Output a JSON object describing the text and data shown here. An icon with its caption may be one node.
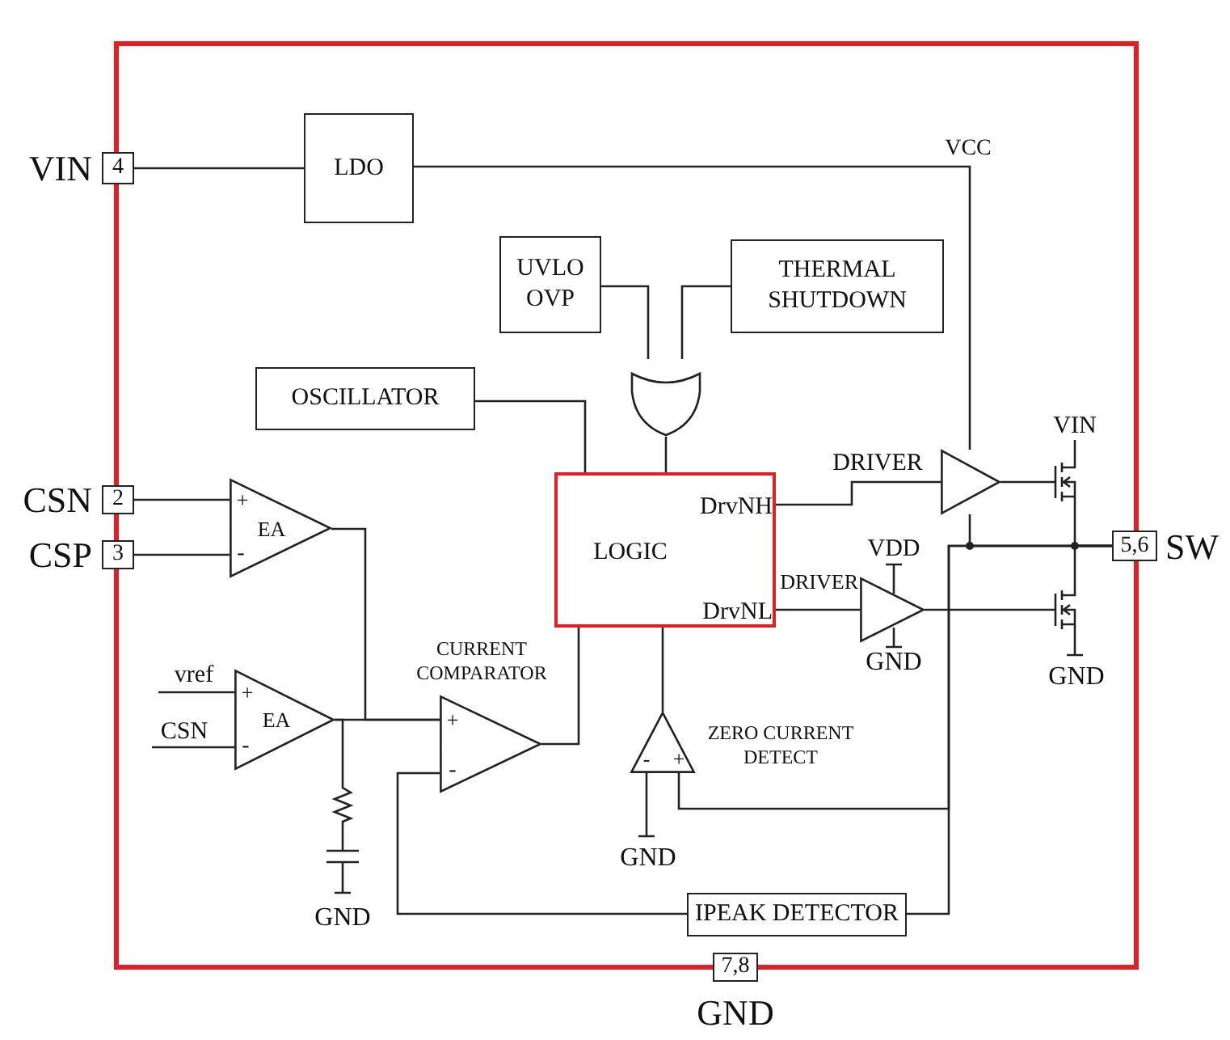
{
  "diagram": {
    "nodes": [
      {
        "text": [
          "4"
        ],
        "beside": [
          "VIN"
        ]
      },
      {
        "text": [
          "2"
        ],
        "beside": [
          "CSN"
        ]
      },
      {
        "text": [
          "3"
        ],
        "beside": [
          "CSP"
        ]
      },
      {
        "text": [
          "5,6"
        ],
        "beside": [
          "SW"
        ]
      },
      {
        "text": [
          "7,8"
        ],
        "beside": [
          "GND"
        ]
      },
      {
        "text": [
          "LDO"
        ]
      },
      {
        "text": [
          "UVLO OVP"
        ]
      },
      {
        "text": [
          "THERMAL SHUTDOWN"
        ]
      },
      {
        "text": [],
        "shape": "gate"
      },
      {
        "text": [
          "OSCILLATOR"
        ]
      },
      {
        "text": [
          "DrvNH",
          "LOGIC",
          "DrvNL"
        ]
      },
      {
        "text": [
          "+",
          "EA",
          "-"
        ]
      },
      {
        "text": [],
        "shape": "triangle",
        "beside": [
          "DRIVER"
        ]
      },
      {
        "text": [],
        "shape": "transistor",
        "beside": [
          "VIN"
        ]
      },
      {
        "text": [
          "+",
          "EA",
          "-"
        ]
      },
      {
        "text": [
          "vref"
        ]
      },
      {
        "text": [
          "CSN"
        ]
      },
      {
        "text": [
          "+",
          "-"
        ],
        "beside": [
          "CURRENT COMPARATOR"
        ]
      },
      {
        "text": [],
        "shape": "triangle",
        "beside": [
          "VDD",
          "DRIVER",
          "GND"
        ]
      },
      {
        "text": [],
        "shape": "transistor",
        "beside": [
          "GND"
        ]
      },
      {
        "text": [],
        "shape": "resistor"
      },
      {
        "text": [],
        "shape": "capacitor",
        "beside": [
          "GND"
        ]
      },
      {
        "text": [
          "-",
          "+"
        ],
        "beside": [
          "ZERO CURRENT DETECT"
        ]
      },
      {
        "text": [
          "IPEAK DETECTOR"
        ]
      }
    ],
    "edges": [
      {
        "from": 0,
        "to": 5,
        "arrow": "none"
      },
      {
        "from": 5,
        "to": 12,
        "arrow": "none"
      },
      {
        "from": 6,
        "to": 8,
        "arrow": "none"
      },
      {
        "from": 7,
        "to": 8,
        "arrow": "none"
      },
      {
        "from": 8,
        "to": 10,
        "arrow": "none"
      },
      {
        "from": 9,
        "to": 10,
        "arrow": "none"
      },
      {
        "from": 1,
        "to": 11,
        "arrow": "none"
      },
      {
        "from": 2,
        "to": 11,
        "arrow": "none"
      },
      {
        "from": 11,
        "to": 17,
        "arrow": "none"
      },
      {
        "from": 14,
        "to": 17,
        "arrow": "none"
      },
      {
        "from": 15,
        "to": 14,
        "arrow": "none"
      },
      {
        "from": 16,
        "to": 14,
        "arrow": "none"
      },
      {
        "from": 14,
        "to": 20,
        "arrow": "none"
      },
      {
        "from": 20,
        "to": 21,
        "arrow": "none"
      },
      {
        "from": 17,
        "to": 10,
        "arrow": "none"
      },
      {
        "from": 10,
        "to": 12,
        "arrow": "none"
      },
      {
        "from": 10,
        "to": 18,
        "arrow": "none"
      },
      {
        "from": 12,
        "to": 13,
        "arrow": "none"
      },
      {
        "from": 18,
        "to": 19,
        "arrow": "none"
      },
      {
        "from": 13,
        "to": 3,
        "arrow": "none"
      },
      {
        "from": 19,
        "to": 3,
        "arrow": "none"
      },
      {
        "from": 12,
        "to": 3,
        "arrow": "none"
      },
      {
        "from": 22,
        "to": 10,
        "arrow": "none"
      },
      {
        "from": 3,
        "to": 22,
        "arrow": "none"
      },
      {
        "from": 3,
        "to": 23,
        "arrow": "none"
      },
      {
        "from": 23,
        "to": 17,
        "arrow": "none"
      }
    ],
    "labels": [
      "VCC",
      "GND"
    ]
  }
}
